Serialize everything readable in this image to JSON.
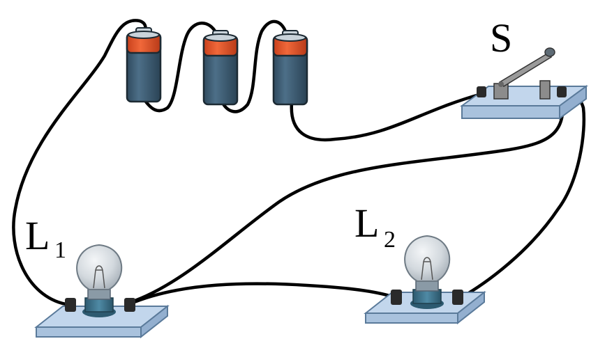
{
  "labels": {
    "switch": "S",
    "lamp1_letter": "L",
    "lamp1_sub": "1",
    "lamp2_letter": "L",
    "lamp2_sub": "2"
  },
  "colors": {
    "wire": "#000000",
    "battery_body": "#3b5a70",
    "battery_band": "#e0522b",
    "battery_cap": "#c9d3da",
    "base_plate": "#c2d6ec",
    "base_edge": "#5a7a9a",
    "terminal": "#2a2a2a",
    "bulb_glass": "#d7dde2",
    "bulb_socket": "#3c6f86",
    "switch_metal": "#8c8c8c"
  },
  "components": {
    "battery_count": 3,
    "lamp_icon": "light-bulb-icon",
    "switch_icon": "knife-switch-icon",
    "battery_icon": "battery-icon"
  }
}
